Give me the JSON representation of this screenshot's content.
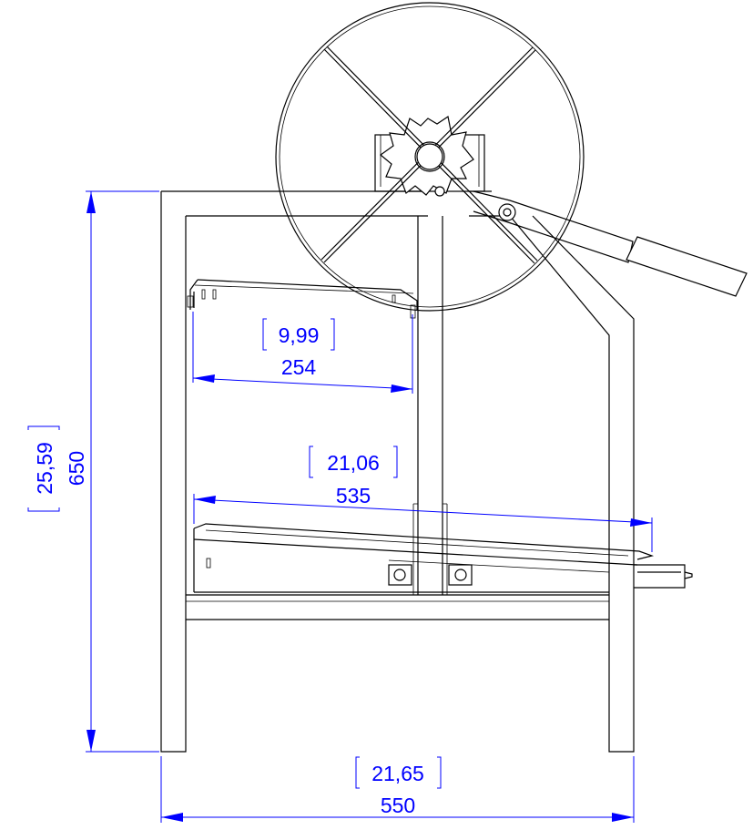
{
  "dimensions": {
    "shelf": {
      "inch": "9,99",
      "mm": "254"
    },
    "tray": {
      "inch": "21,06",
      "mm": "535"
    },
    "height": {
      "inch": "25,59",
      "mm": "650"
    },
    "width": {
      "inch": "21,65",
      "mm": "550"
    }
  },
  "colors": {
    "drawing": "#000000",
    "dimension": "#0000ff",
    "background": "#ffffff"
  }
}
